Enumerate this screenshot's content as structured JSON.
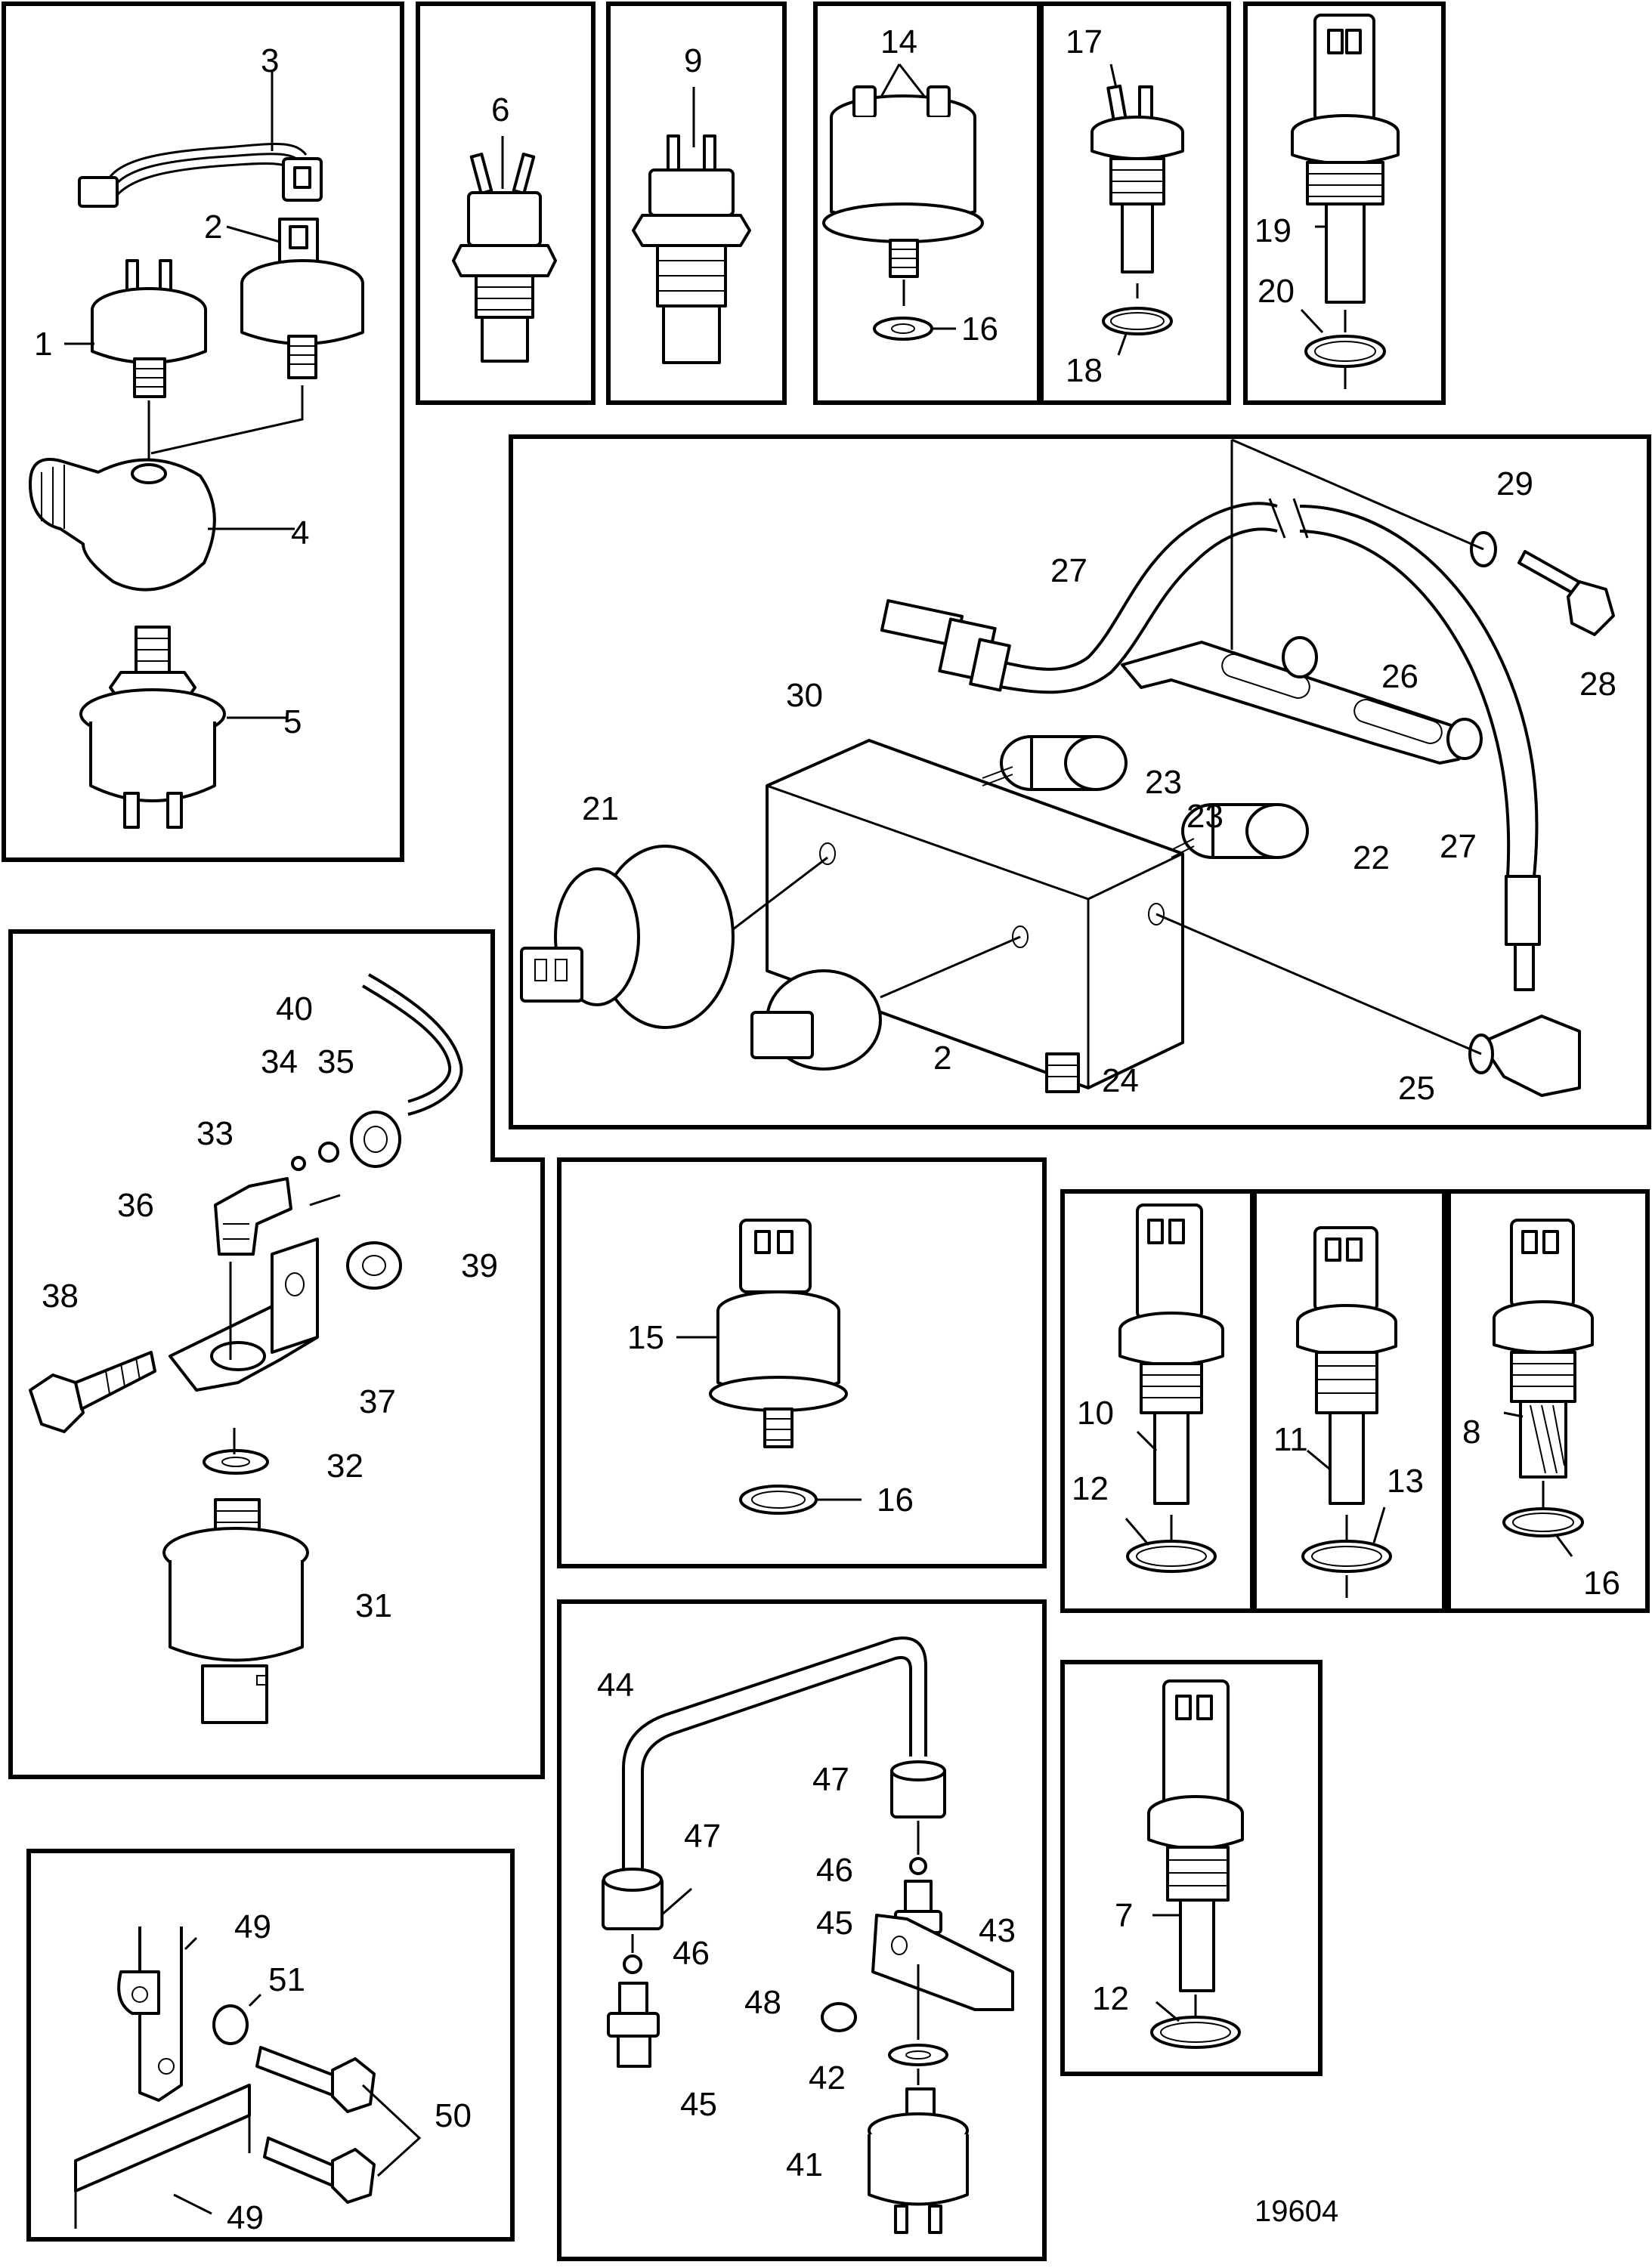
{
  "figure_number": "19604",
  "part_labels": {
    "p1": "1",
    "p2a": "2",
    "p3": "3",
    "p4": "4",
    "p5": "5",
    "p6": "6",
    "p9": "9",
    "p14": "14",
    "p16a": "16",
    "p17": "17",
    "p18": "18",
    "p19": "19",
    "p20": "20",
    "p21": "21",
    "p2b": "2",
    "p22": "22",
    "p23": "23",
    "p24": "24",
    "p25": "25",
    "p26": "26",
    "p27a": "27",
    "p27b": "27",
    "p28": "28",
    "p29": "29",
    "p30": "30",
    "p40": "40",
    "p34": "34",
    "p35": "35",
    "p33": "33",
    "p36": "36",
    "p39": "39",
    "p38": "38",
    "p37": "37",
    "p32": "32",
    "p31": "31",
    "p15": "15",
    "p16b": "16",
    "p10": "10",
    "p12a": "12",
    "p11": "11",
    "p13": "13",
    "p8": "8",
    "p16c": "16",
    "p44": "44",
    "p47a": "47",
    "p47b": "47",
    "p46a": "46",
    "p46b": "46",
    "p45a": "45",
    "p45b": "45",
    "p43": "43",
    "p48": "48",
    "p42": "42",
    "p41": "41",
    "p49a": "49",
    "p51": "51",
    "p50": "50",
    "p49b": "49",
    "p7": "7",
    "p12b": "12"
  },
  "icons": [
    "pressure-switch",
    "temperature-sender",
    "oil-pressure-sender",
    "junction-block",
    "sealing-washer",
    "hex-bolt",
    "bracket",
    "pipe"
  ]
}
